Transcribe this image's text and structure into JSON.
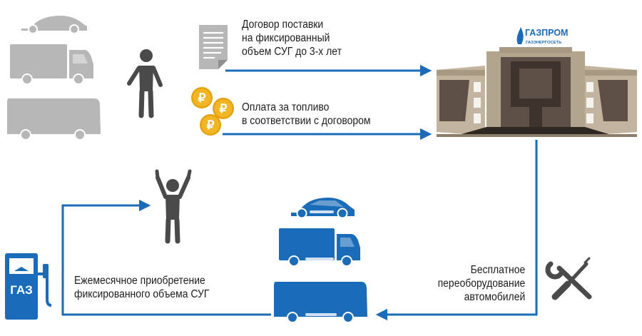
{
  "colors": {
    "blue": "#1a6bb8",
    "gray": "#b7b7b7",
    "person": "#4a4a4a",
    "gold": "#f2b625",
    "building_dark": "#5f5047",
    "building_light": "#c2b49e",
    "text": "#1d1d1b"
  },
  "logo": {
    "brand": "ГАЗПРОМ",
    "subbrand": "ГАЗЭНЕРГОСЕТЬ"
  },
  "gas_station": {
    "label": "ГАЗ"
  },
  "coin_symbol": "₽",
  "labels": {
    "contract": [
      "Договор поставки",
      "на фиксированный",
      "объем СУГ до 3-х лет"
    ],
    "payment": [
      "Оплата за топливо",
      "в соответствии с договором"
    ],
    "conversion": [
      "Бесплатное",
      "переоборудование",
      "автомобилей"
    ],
    "purchase": [
      "Ежемесячное приобретение",
      "фиксированного объема СУГ"
    ]
  },
  "icons": {
    "vehicles_before": [
      "car-gray-icon",
      "truck-gray-icon",
      "bus-gray-icon"
    ],
    "person_before": "person-standing-icon",
    "document": "document-icon",
    "coins": "ruble-coins-icon",
    "building": "gazprom-building-icon",
    "tools": "wrench-screwdriver-icon",
    "vehicles_after": [
      "car-blue-icon",
      "truck-blue-icon",
      "bus-blue-icon"
    ],
    "person_after": "person-cheering-icon",
    "gas_station": "gas-station-icon"
  }
}
